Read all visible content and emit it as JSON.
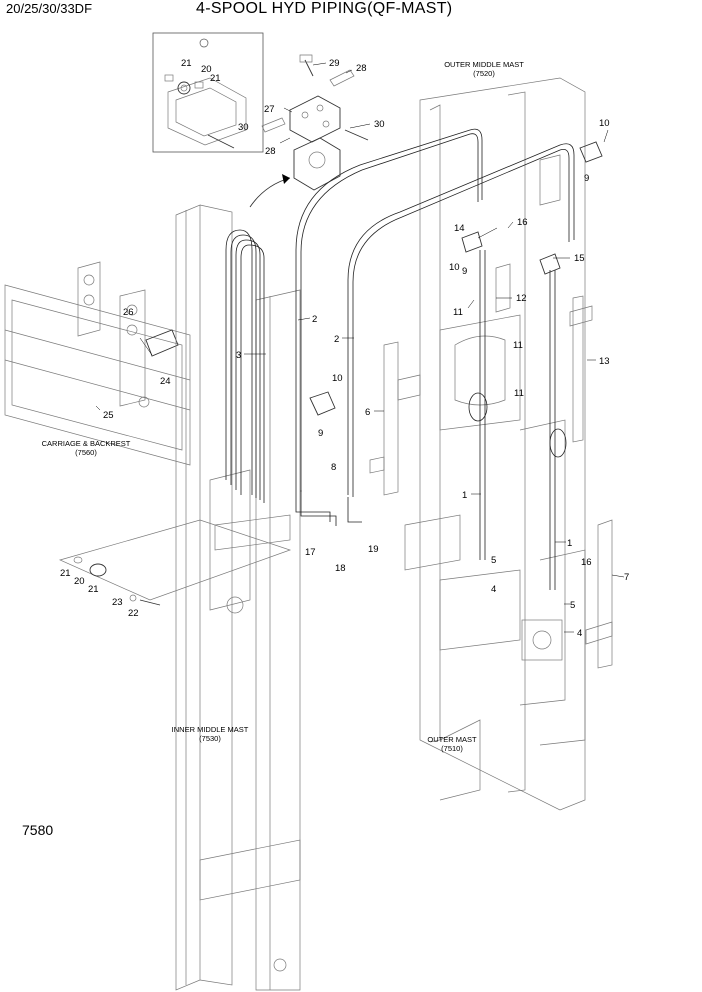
{
  "header": {
    "model_code": "20/25/30/33DF",
    "title": "4-SPOOL HYD PIPING(QF-MAST)"
  },
  "page_number": "7580",
  "sections": {
    "outer_middle_mast": {
      "name": "OUTER MIDDLE MAST",
      "ref": "(7520)"
    },
    "carriage_backrest": {
      "name": "CARRIAGE & BACKREST",
      "ref": "(7560)"
    },
    "inner_middle_mast": {
      "name": "INNER MIDDLE MAST",
      "ref": "(7530)"
    },
    "outer_mast": {
      "name": "OUTER MAST",
      "ref": "(7510)"
    }
  },
  "callouts": [
    "29",
    "28",
    "27",
    "30",
    "28",
    "21",
    "20",
    "21",
    "30",
    "10",
    "9",
    "14",
    "16",
    "15",
    "10",
    "9",
    "12",
    "11",
    "11",
    "11",
    "13",
    "2",
    "2",
    "3",
    "26",
    "24",
    "25",
    "10",
    "9",
    "6",
    "8",
    "19",
    "18",
    "17",
    "1",
    "5",
    "4",
    "1",
    "16",
    "7",
    "5",
    "4",
    "21",
    "20",
    "21",
    "23",
    "22"
  ]
}
